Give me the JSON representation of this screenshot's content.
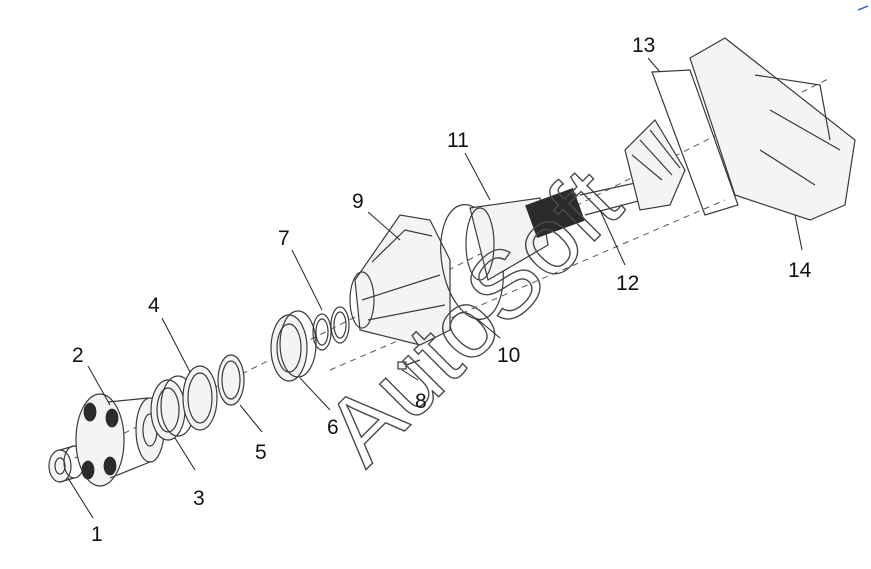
{
  "callouts": [
    "1",
    "2",
    "3",
    "4",
    "5",
    "6",
    "7",
    "8",
    "9",
    "10",
    "11",
    "12",
    "13",
    "14"
  ],
  "watermark": "AutoSoft",
  "colors": {
    "line": "#3a3a3a",
    "background": "#ffffff",
    "accent_mark": "#3b6fd8"
  }
}
